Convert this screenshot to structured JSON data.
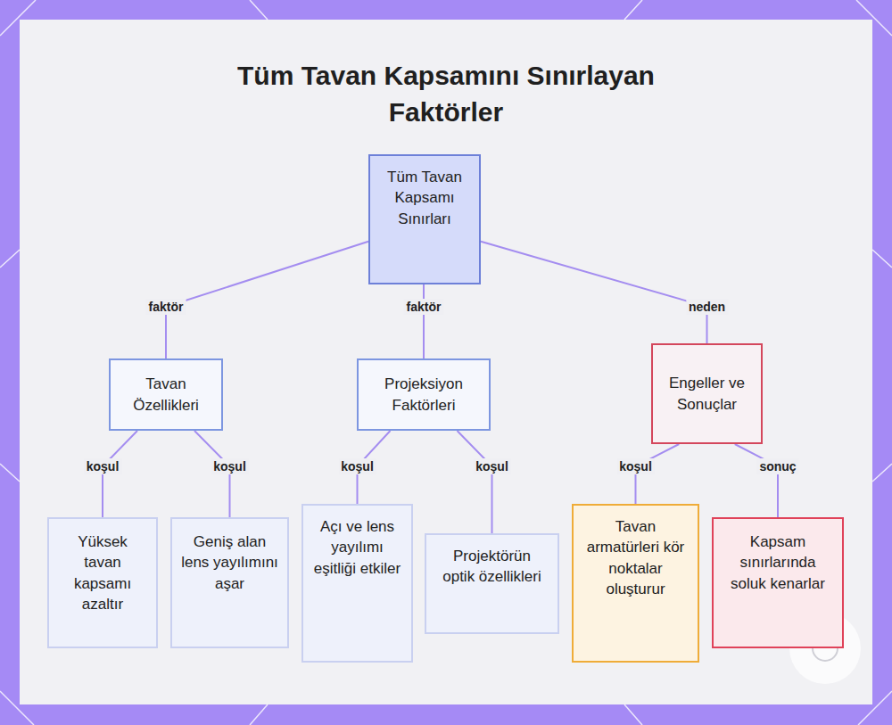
{
  "diagram": {
    "title": "Tüm Tavan Kapsamını Sınırlayan Faktörler",
    "nodes": [
      {
        "text": [
          "Tüm Tavan Kapsamı Sınırları"
        ]
      },
      {
        "text": [
          "Tavan Özellikleri"
        ]
      },
      {
        "text": [
          "Projeksiyon Faktörleri"
        ]
      },
      {
        "text": [
          "Engeller ve Sonuçlar"
        ]
      },
      {
        "text": [
          "Yüksek tavan kapsamı azaltır"
        ]
      },
      {
        "text": [
          "Geniş alan lens yayılımını aşar"
        ]
      },
      {
        "text": [
          "Açı ve lens yayılımı eşitliği etkiler"
        ]
      },
      {
        "text": [
          "Projektörün optik özellikleri"
        ]
      },
      {
        "text": [
          "Tavan armatürleri kör noktalar oluşturur"
        ]
      },
      {
        "text": [
          "Kapsam sınırlarında soluk kenarlar"
        ]
      }
    ],
    "edges": [
      {
        "from": 0,
        "to": 1,
        "label": "faktör",
        "arrow": "none"
      },
      {
        "from": 0,
        "to": 2,
        "label": "faktör",
        "arrow": "none"
      },
      {
        "from": 0,
        "to": 3,
        "label": "neden",
        "arrow": "none"
      },
      {
        "from": 1,
        "to": 4,
        "label": "koşul",
        "arrow": "none"
      },
      {
        "from": 1,
        "to": 5,
        "label": "koşul",
        "arrow": "none"
      },
      {
        "from": 2,
        "to": 6,
        "label": "koşul",
        "arrow": "none"
      },
      {
        "from": 2,
        "to": 7,
        "label": "koşul",
        "arrow": "none"
      },
      {
        "from": 3,
        "to": 8,
        "label": "koşul",
        "arrow": "none"
      },
      {
        "from": 3,
        "to": 9,
        "label": "sonuç",
        "arrow": "none"
      }
    ]
  }
}
